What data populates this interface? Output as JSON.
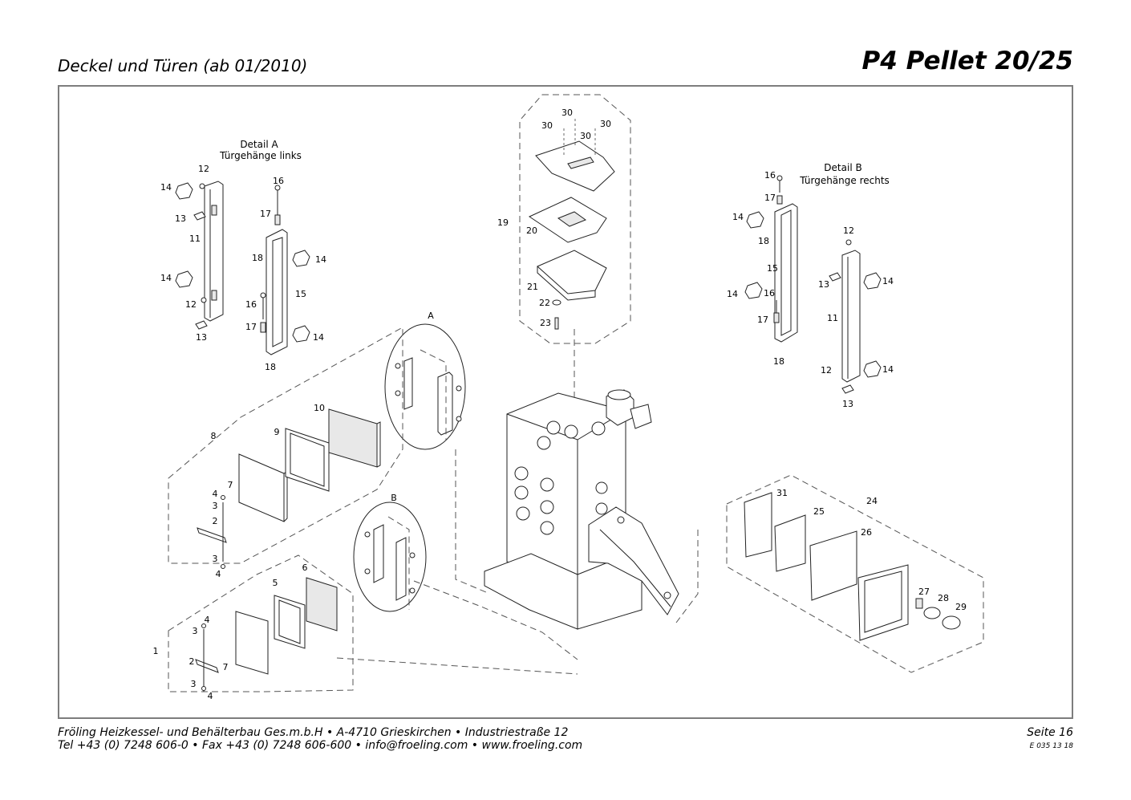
{
  "header": {
    "subtitle": "Deckel und Türen (ab 01/2010)",
    "product": "P4 Pellet 20/25"
  },
  "footer": {
    "line1": "Fröling Heizkessel- und Behälterbau Ges.m.b.H   •  A-4710 Grieskirchen   •  Industriestraße 12",
    "line2": "Tel +43 (0) 7248 606-0   •  Fax +43 (0) 7248 606-600   •  info@froeling.com   •  www.froeling.com",
    "page": "Seite 16",
    "code": "E 035 13 18"
  },
  "details": {
    "a_title": "Detail A",
    "a_sub": "Türgehänge links",
    "b_title": "Detail B",
    "b_sub": "Türgehänge rechts",
    "a_marker": "A",
    "b_marker": "B"
  },
  "labels": {
    "l1": "1",
    "l2a": "2",
    "l2b": "2",
    "l3a": "3",
    "l3b": "3",
    "l3c": "3",
    "l3d": "3",
    "l4a": "4",
    "l4b": "4",
    "l4c": "4",
    "l4d": "4",
    "l5": "5",
    "l6": "6",
    "l7a": "7",
    "l7b": "7",
    "l8": "8",
    "l9": "9",
    "l10": "10",
    "l11a": "11",
    "l11b": "11",
    "l12a": "12",
    "l12b": "12",
    "l12c": "12",
    "l12d": "12",
    "l13a": "13",
    "l13b": "13",
    "l13c": "13",
    "l13d": "13",
    "l14a": "14",
    "l14b": "14",
    "l14c": "14",
    "l14d": "14",
    "l14e": "14",
    "l14f": "14",
    "l14g": "14",
    "l14h": "14",
    "l15a": "15",
    "l15b": "15",
    "l16a": "16",
    "l16b": "16",
    "l16c": "16",
    "l16d": "16",
    "l17a": "17",
    "l17b": "17",
    "l17c": "17",
    "l17d": "17",
    "l18a": "18",
    "l18b": "18",
    "l18c": "18",
    "l18d": "18",
    "l19": "19",
    "l20": "20",
    "l21": "21",
    "l22": "22",
    "l23": "23",
    "l24": "24",
    "l25": "25",
    "l26": "26",
    "l27": "27",
    "l28": "28",
    "l29": "29",
    "l30a": "30",
    "l30b": "30",
    "l30c": "30",
    "l30d": "30",
    "l31": "31"
  }
}
